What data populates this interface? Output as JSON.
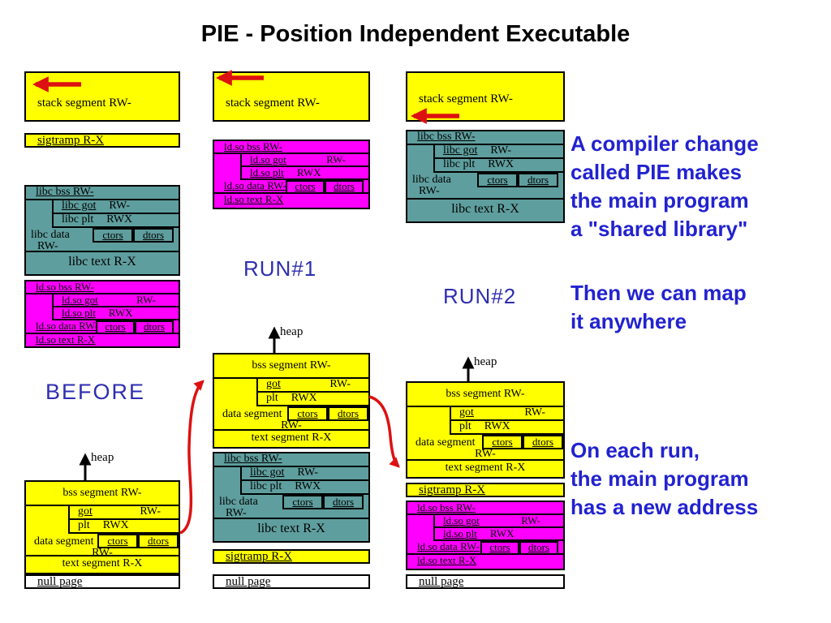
{
  "title": "PIE - Position Independent Executable",
  "labels": {
    "before": "BEFORE",
    "run1": "RUN#1",
    "run2": "RUN#2",
    "heap": "heap",
    "stack": "stack segment RW-",
    "sigtramp": "sigtramp R-X",
    "null_page": "null page"
  },
  "libc": {
    "bss": "libc bss RW-",
    "got": "libc got",
    "got_perm": "RW-",
    "plt": "libc plt",
    "plt_perm": "RWX",
    "data": "libc data",
    "data_perm": "RW-",
    "ctors": "ctors",
    "dtors": "dtors",
    "text": "libc text R-X"
  },
  "ldso": {
    "bss": "ld.so bss RW-",
    "got": "ld.so got",
    "got_perm": "RW-",
    "plt": "ld.so plt",
    "plt_perm": "RWX",
    "data": "ld.so data RW-",
    "ctors": "ctors",
    "dtors": "dtors",
    "text": "ld.so text R-X"
  },
  "main": {
    "bss": "bss segment RW-",
    "got": "got",
    "got_perm": "RW-",
    "plt": "plt",
    "plt_perm": "RWX",
    "data": "data segment",
    "data_perm": "RW-",
    "ctors": "ctors",
    "dtors": "dtors",
    "text": "text segment R-X"
  },
  "annotations": {
    "compiler_change": [
      "A compiler change",
      "called PIE makes",
      "the main program",
      "a \"shared library\""
    ],
    "map_anywhere": [
      "Then we can map",
      "it anywhere"
    ],
    "new_address": [
      "On each run,",
      "the main program",
      "has a new address"
    ]
  },
  "colors": {
    "yellow": "#ffff00",
    "teal": "#5f9e9e",
    "magenta": "#ff00ff",
    "red": "#dd1111",
    "annotation_blue": "#2222d0",
    "label_blue": "#2e2eb0",
    "black": "#000000",
    "white": "#ffffff"
  }
}
